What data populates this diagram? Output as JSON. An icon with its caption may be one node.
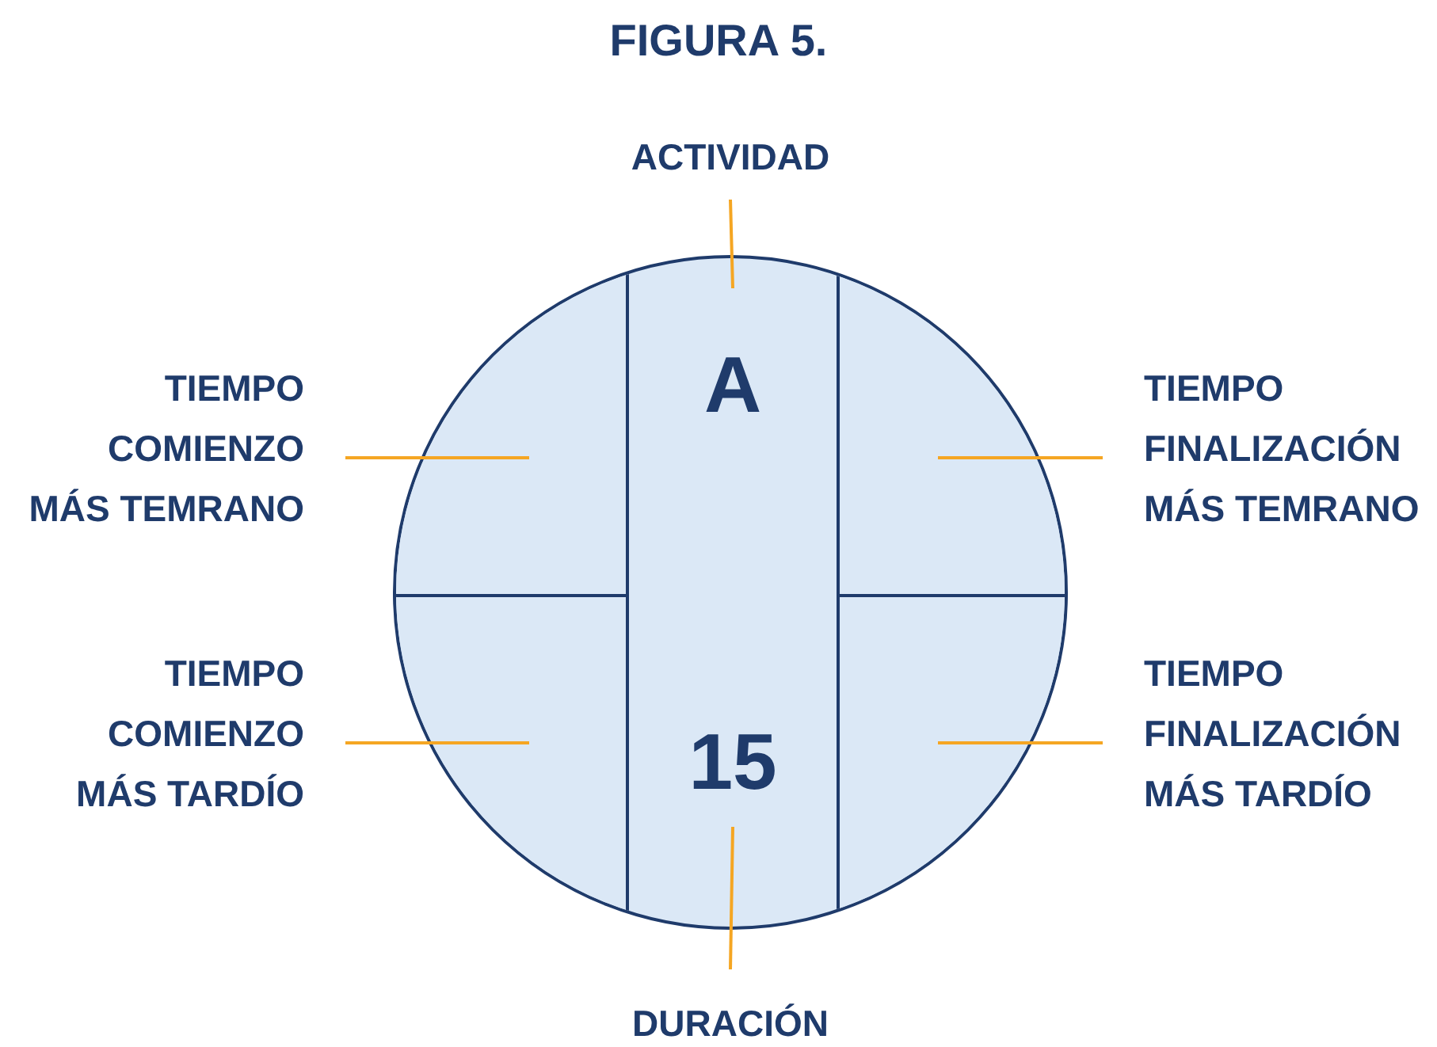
{
  "diagram": {
    "title": "FIGURA 5.",
    "nodes": [
      {
        "text": [],
        "shape": "circle"
      },
      {
        "text": [],
        "shape": "box",
        "in": 0
      },
      {
        "text": [
          "A",
          "15"
        ],
        "in": 0
      },
      {
        "text": [],
        "shape": "box",
        "in": 0
      },
      {
        "text": [],
        "shape": "box",
        "in": 0
      },
      {
        "text": [],
        "shape": "box",
        "in": 0
      },
      {
        "text": [
          "ACTIVIDAD"
        ]
      },
      {
        "text": [
          "TIEMPO COMIENZO MÁS TEMRANO"
        ]
      },
      {
        "text": [
          "TIEMPO FINALIZACIÓN MÁS TEMRANO"
        ]
      },
      {
        "text": [
          "TIEMPO COMIENZO MÁS TARDÍO"
        ]
      },
      {
        "text": [
          "TIEMPO FINALIZACIÓN MÁS TARDÍO"
        ]
      },
      {
        "text": [
          "DURACIÓN"
        ]
      }
    ],
    "edges": [
      {
        "from": 6,
        "to": 2,
        "arrow": "none"
      },
      {
        "from": 7,
        "to": 1,
        "arrow": "none"
      },
      {
        "from": 8,
        "to": 3,
        "arrow": "none"
      },
      {
        "from": 9,
        "to": 4,
        "arrow": "none"
      },
      {
        "from": 10,
        "to": 5,
        "arrow": "none"
      },
      {
        "from": 11,
        "to": 2,
        "arrow": "none"
      }
    ]
  }
}
